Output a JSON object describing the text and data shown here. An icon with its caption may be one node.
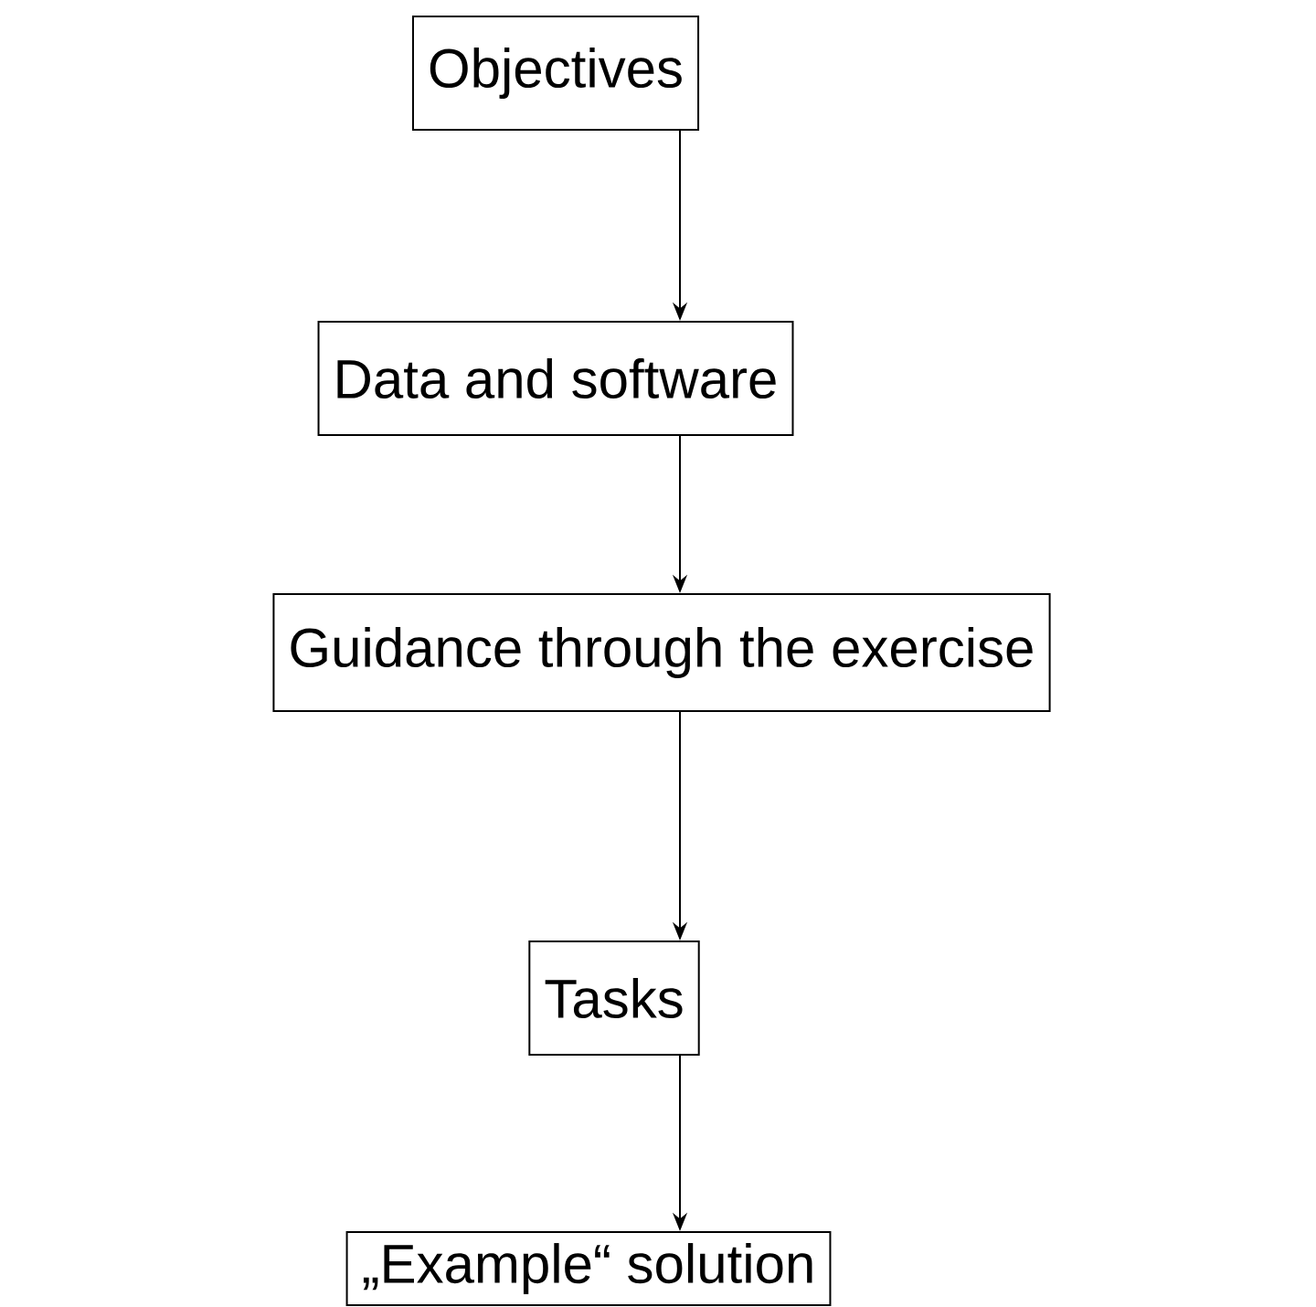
{
  "diagram": {
    "nodes": [
      {
        "text": [
          "Objectives"
        ]
      },
      {
        "text": [
          "Data and software"
        ]
      },
      {
        "text": [
          "Guidance through the exercise"
        ]
      },
      {
        "text": [
          "Tasks"
        ]
      },
      {
        "text": [
          "„Example“ solution"
        ]
      }
    ],
    "edges": [
      {
        "from": 0,
        "to": 1,
        "arrow": "to"
      },
      {
        "from": 1,
        "to": 2,
        "arrow": "to"
      },
      {
        "from": 2,
        "to": 3,
        "arrow": "to"
      },
      {
        "from": 3,
        "to": 4,
        "arrow": "to"
      }
    ]
  }
}
